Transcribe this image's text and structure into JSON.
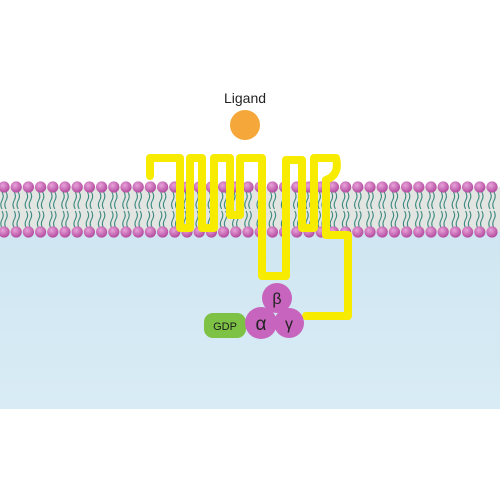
{
  "ligand_label": "Ligand",
  "gdp_label": "GDP",
  "subunits": {
    "alpha": "α",
    "beta": "β",
    "gamma": "γ"
  },
  "colors": {
    "cytoplasm": "#d6ebf5",
    "membrane_core": "#e3e6e2",
    "lipid_head": "#b84ba3",
    "lipid_tail": "#3f8a82",
    "receptor": "#f7ec00",
    "ligand": "#f6a73a",
    "gprotein": "#c765be",
    "gdp": "#7dc244"
  },
  "icons": [
    "ligand-icon",
    "receptor-icon",
    "g-protein-icon",
    "gdp-icon"
  ]
}
